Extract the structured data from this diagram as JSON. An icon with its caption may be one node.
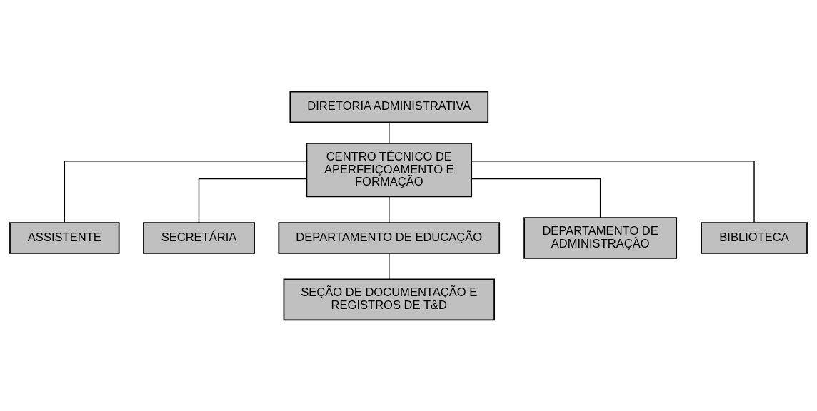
{
  "diagram": {
    "nodes": [
      {
        "text": [
          "DIRETORIA ADMINISTRATIVA"
        ]
      },
      {
        "text": [
          "CENTRO TÉCNICO DE APERFEIÇOAMENTO E FORMAÇÃO"
        ]
      },
      {
        "text": [
          "ASSISTENTE"
        ]
      },
      {
        "text": [
          "SECRETÁRIA"
        ]
      },
      {
        "text": [
          "DEPARTAMENTO DE EDUCAÇÃO"
        ]
      },
      {
        "text": [
          "DEPARTAMENTO DE ADMINISTRAÇÃO"
        ]
      },
      {
        "text": [
          "BIBLIOTECA"
        ]
      },
      {
        "text": [
          "SEÇÃO DE DOCUMENTAÇÃO E REGISTROS DE T&D"
        ]
      }
    ],
    "edges": [
      {
        "from": 0,
        "to": 1,
        "arrow": "none"
      },
      {
        "from": 1,
        "to": 2,
        "arrow": "none"
      },
      {
        "from": 1,
        "to": 3,
        "arrow": "none"
      },
      {
        "from": 1,
        "to": 4,
        "arrow": "none"
      },
      {
        "from": 1,
        "to": 5,
        "arrow": "none"
      },
      {
        "from": 1,
        "to": 6,
        "arrow": "none"
      },
      {
        "from": 4,
        "to": 7,
        "arrow": "none"
      }
    ]
  }
}
